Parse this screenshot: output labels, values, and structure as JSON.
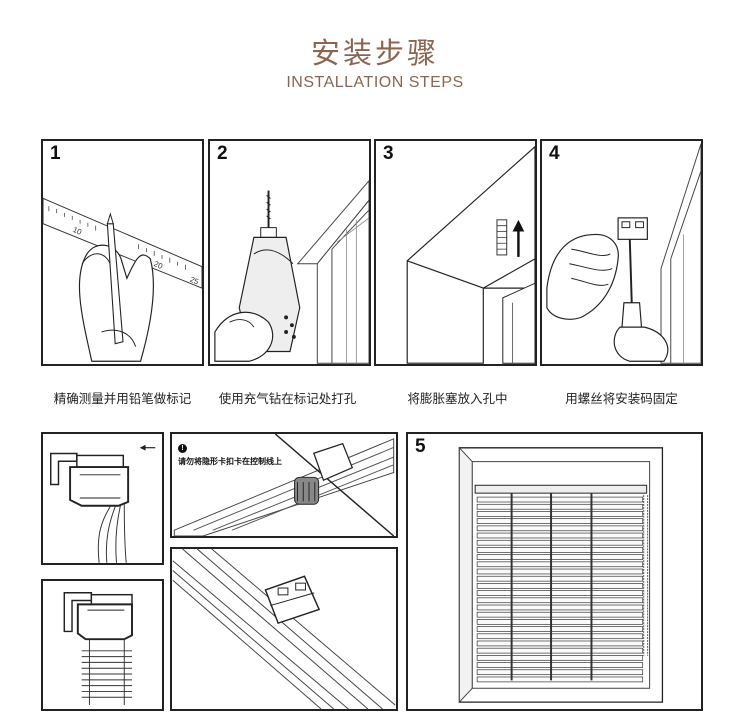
{
  "header": {
    "title": "安装步骤",
    "subtitle": "INSTALLATION STEPS"
  },
  "steps": [
    {
      "number": "1",
      "caption": "精确测量并用铅笔做标记"
    },
    {
      "number": "2",
      "caption": "使用充气钻在标记处打孔"
    },
    {
      "number": "3",
      "caption": "将膨胀塞放入孔中"
    },
    {
      "number": "4",
      "caption": "用螺丝将安装码固定"
    }
  ],
  "step5": {
    "number": "5"
  },
  "ruler": {
    "tick_labels": [
      "10",
      "20",
      "25"
    ]
  },
  "detail_note": {
    "icon": "!",
    "text": "请勿将隐形卡扣卡在控制线上"
  }
}
